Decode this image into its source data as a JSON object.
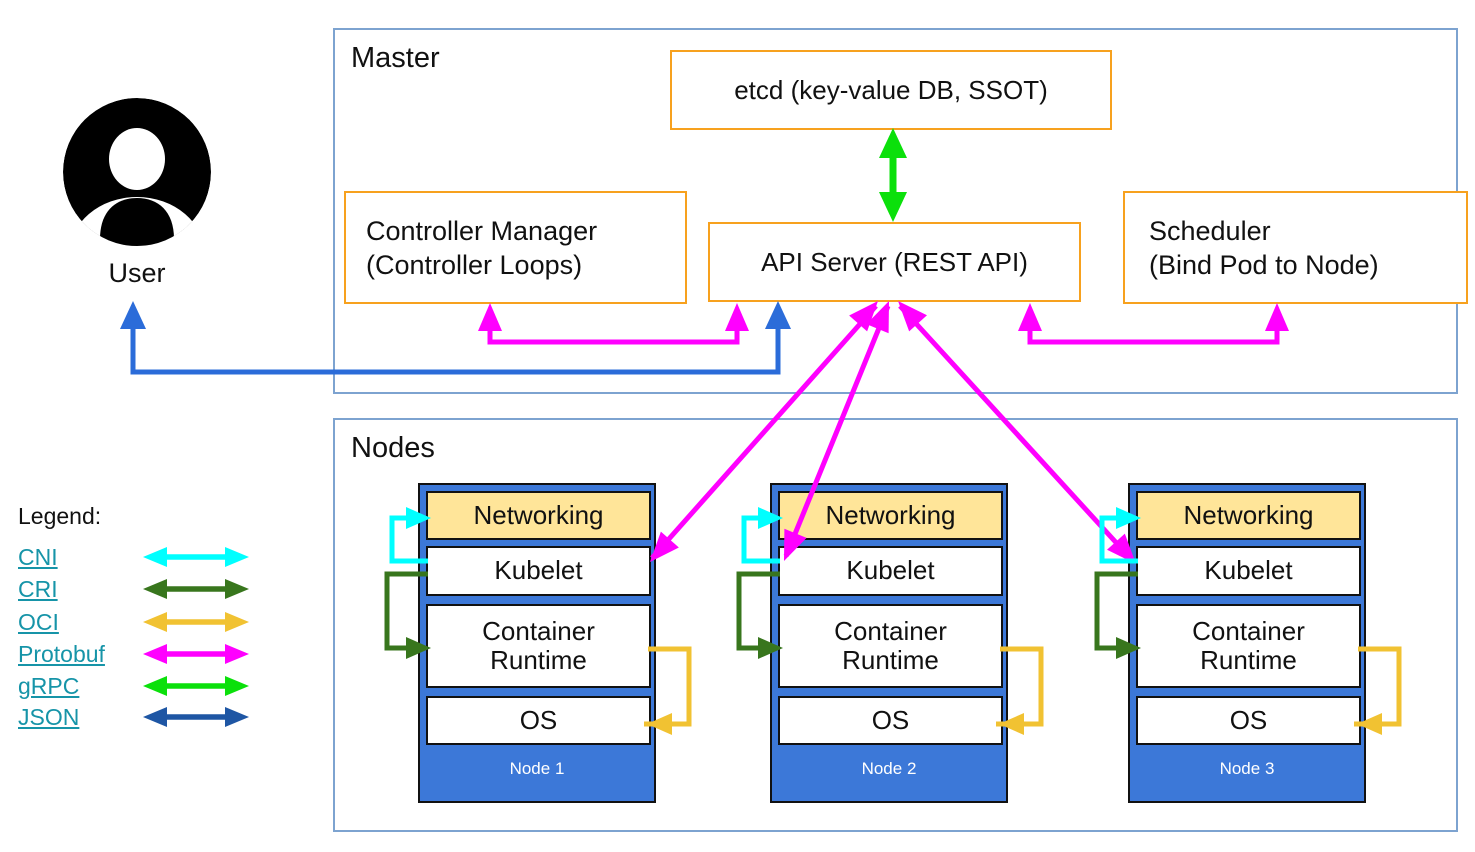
{
  "master": {
    "title": "Master",
    "etcd": "etcd (key-value DB, SSOT)",
    "api_server": "API Server (REST API)",
    "controller_manager": [
      "Controller Manager",
      "(Controller Loops)"
    ],
    "scheduler": [
      "Scheduler",
      "(Bind Pod to Node)"
    ]
  },
  "user": {
    "label": "User"
  },
  "nodes_section": {
    "title": "Nodes",
    "nodes": [
      {
        "name": "Node 1",
        "components": [
          "Networking",
          "Kubelet",
          "Container Runtime",
          "OS"
        ]
      },
      {
        "name": "Node 2",
        "components": [
          "Networking",
          "Kubelet",
          "Container Runtime",
          "OS"
        ]
      },
      {
        "name": "Node 3",
        "components": [
          "Networking",
          "Kubelet",
          "Container Runtime",
          "OS"
        ]
      }
    ]
  },
  "legend": {
    "title": "Legend:",
    "items": [
      {
        "label": "CNI",
        "color": "#00ffff"
      },
      {
        "label": "CRI",
        "color": "#38761d"
      },
      {
        "label": "OCI",
        "color": "#f1c232"
      },
      {
        "label": "Protobuf",
        "color": "#ff00ff"
      },
      {
        "label": "gRPC",
        "color": "#0be00b"
      },
      {
        "label": "JSON",
        "color": "#1e56a4"
      }
    ]
  },
  "colors": {
    "magenta": "#ff00ff",
    "cyan": "#00ffff",
    "cri_green": "#38761d",
    "oci_gold": "#f1c232",
    "grpc_green": "#0be00b",
    "json_navy": "#1e56a4",
    "user_blue": "#2b6cd9",
    "box_orange": "#f7a11e",
    "node_blue": "#3c78d8",
    "frame_blue": "#7da3d0",
    "networking_yellow": "#ffe599",
    "link_teal": "#1694a8"
  }
}
